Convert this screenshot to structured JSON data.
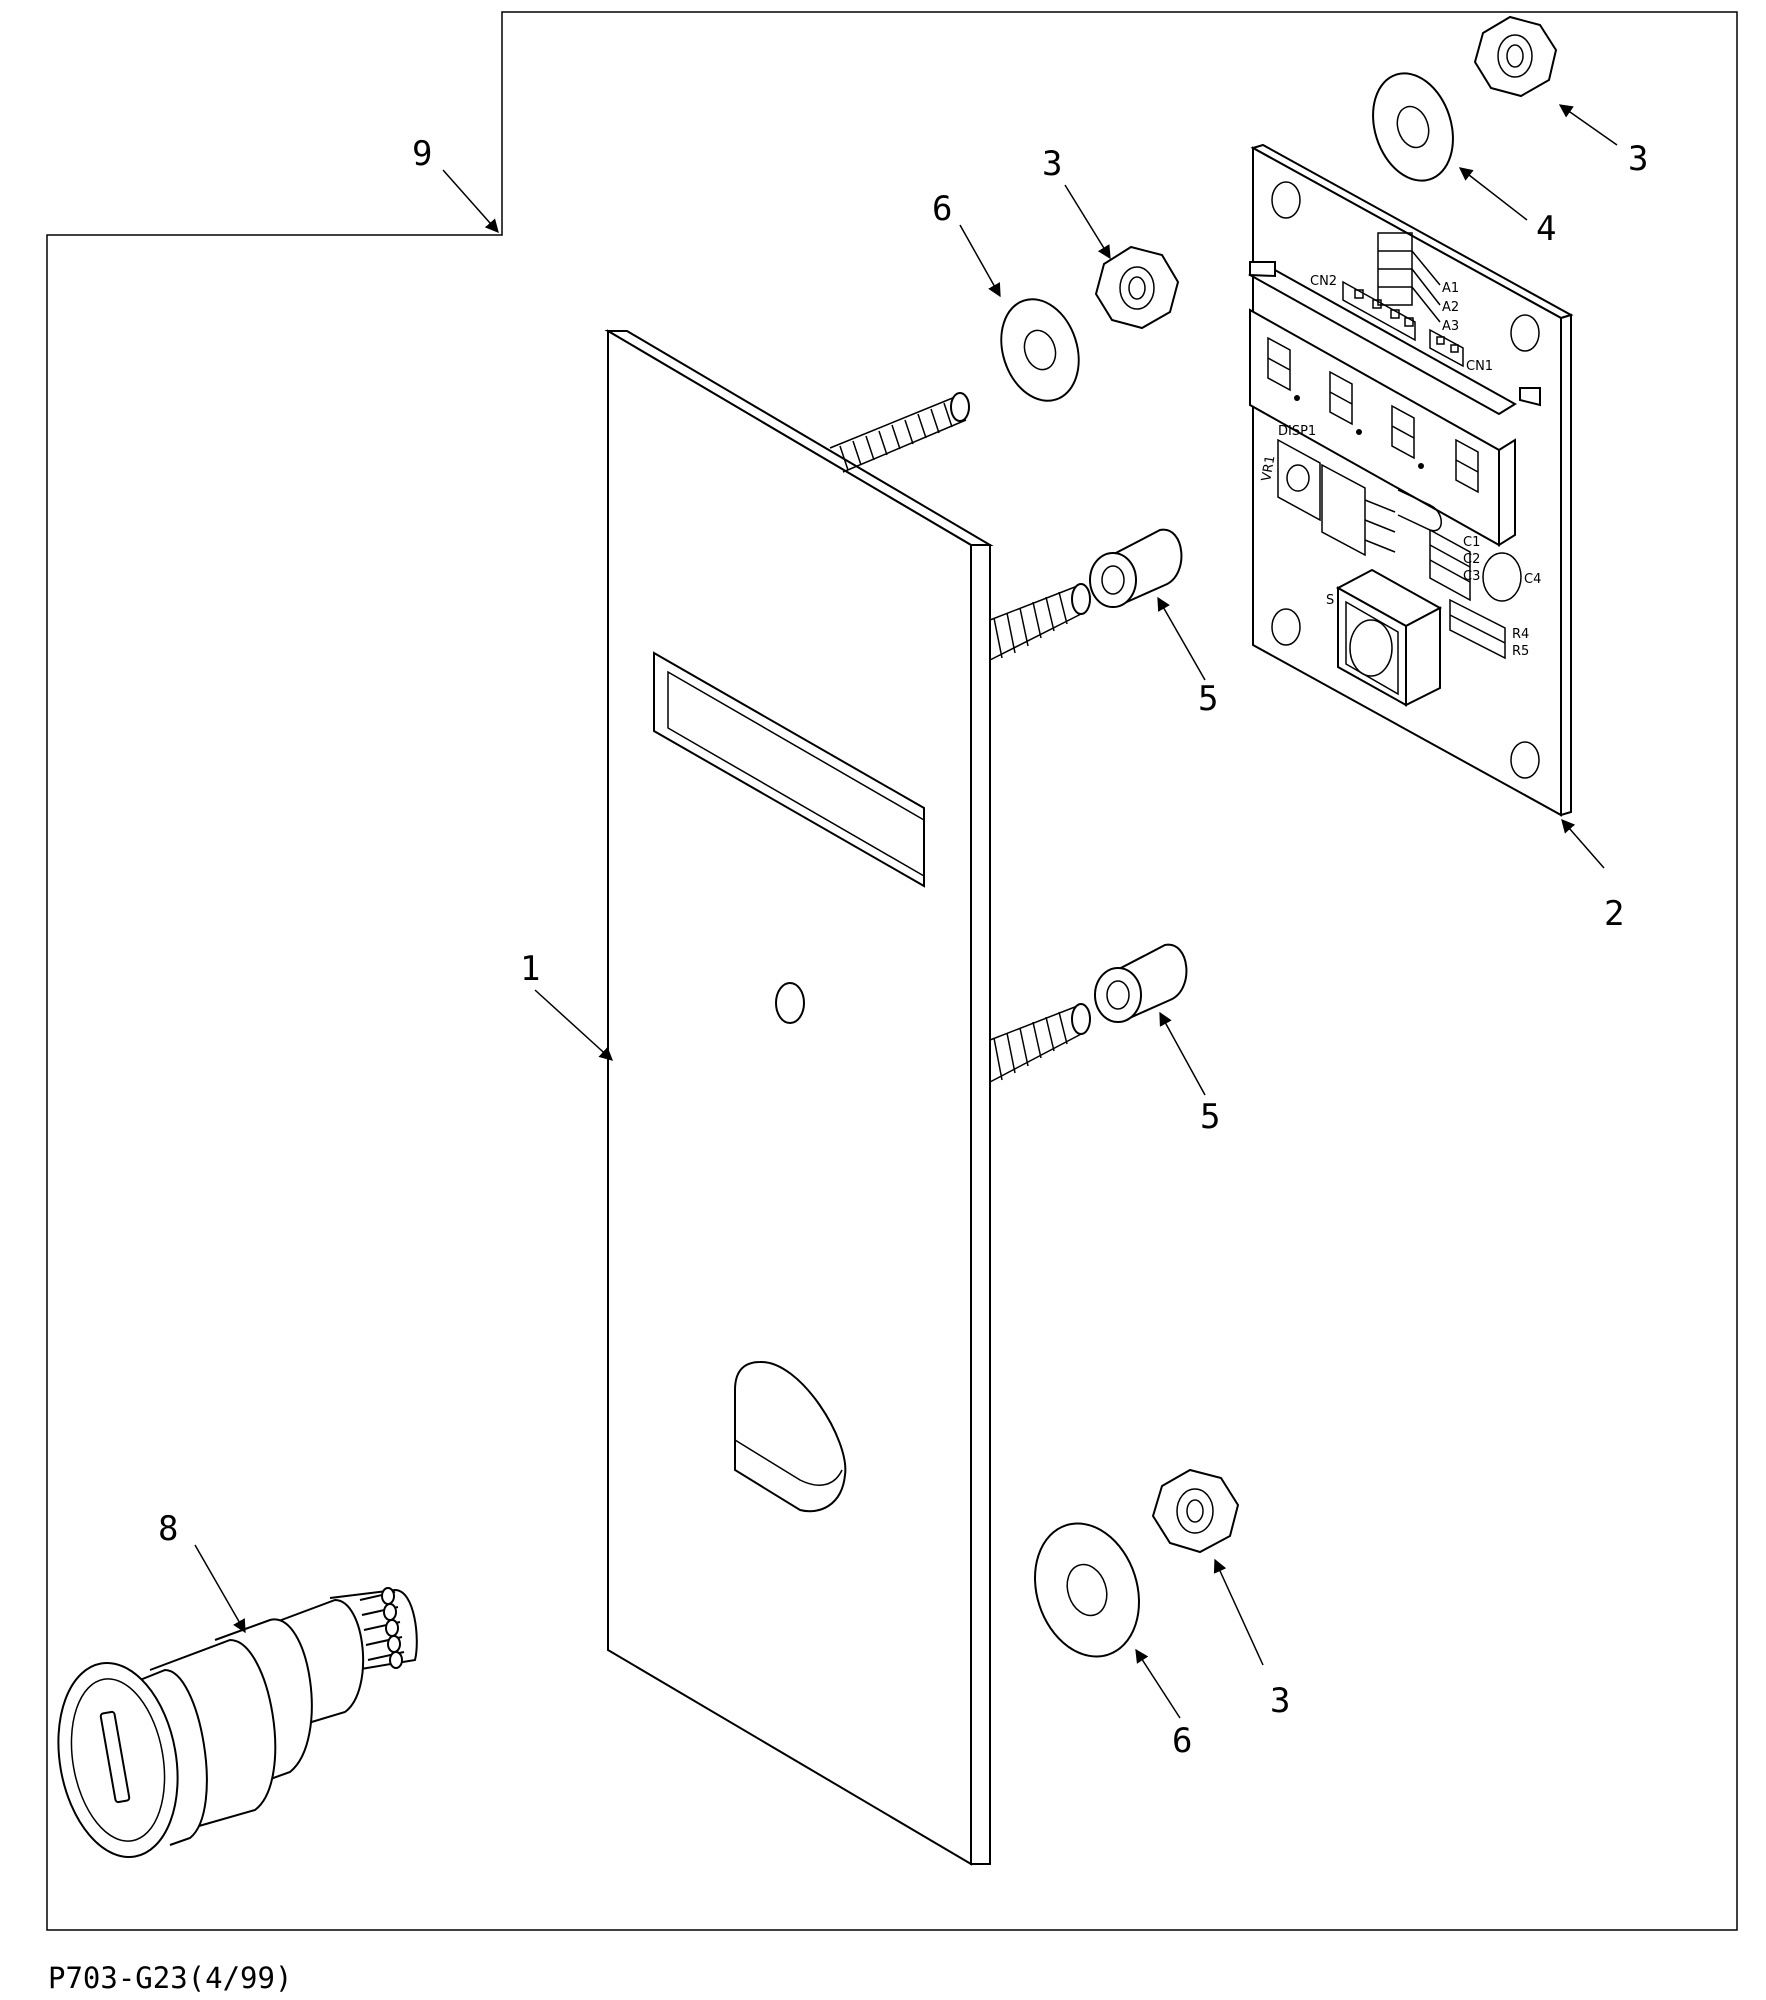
{
  "drawing_code": "P703-G23(4/99)",
  "callouts": {
    "front_panel": "1",
    "pc_board": "2",
    "nut_top_right": "3",
    "nut_top_mid": "3",
    "nut_bottom": "3",
    "washer_top": "4",
    "spacer_upper": "5",
    "spacer_lower": "5",
    "washer_top_mid": "6",
    "washer_bottom": "6",
    "switch": "8",
    "enclosure": "9"
  },
  "board_labels": {
    "cn2": "CN2",
    "cn1": "CN1",
    "a1": "A1",
    "a2": "A2",
    "a3": "A3",
    "disp1": "DISP1",
    "vr1": "VR1",
    "c1": "C1",
    "c2": "C2",
    "c3": "C3",
    "c4": "C4",
    "s": "S",
    "r4": "R4",
    "r5": "R5"
  }
}
